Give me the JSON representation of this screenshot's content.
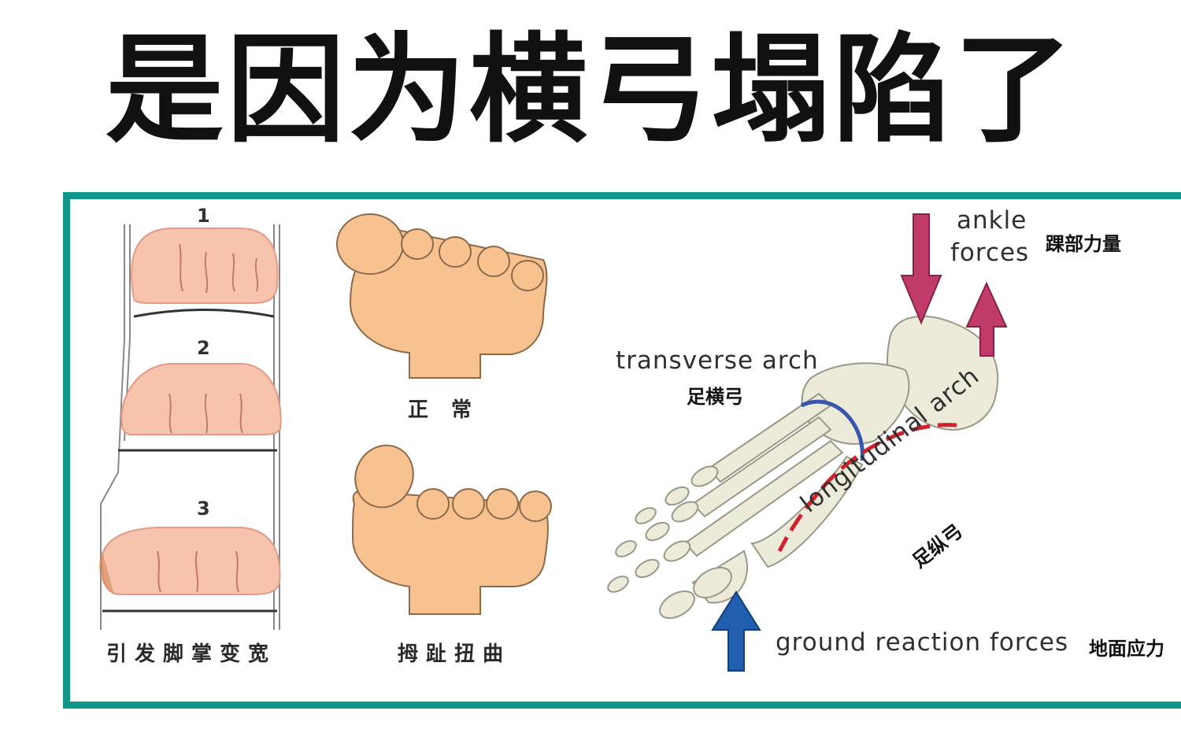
{
  "title": "是因为横弓塌陷了",
  "colors": {
    "frame": "#13968a",
    "skin": "#f6c3ad",
    "foot_outline": "#f2bf8a",
    "bone": "#ecead9",
    "transverse_arch": "#3a55b0",
    "longitudinal_arch": "#d4202a",
    "ankle_force_arrow": "#c03a6a",
    "ground_force_arrow": "#1f5fae"
  },
  "left_panel": {
    "step_numbers": [
      "1",
      "2",
      "3"
    ],
    "caption": "引发脚掌变宽"
  },
  "middle_panel": {
    "normal_caption": "正 常",
    "hallux_caption": "拇趾扭曲"
  },
  "right_panel": {
    "ankle_forces_en_line1": "ankle",
    "ankle_forces_en_line2": "forces",
    "ankle_forces_cn": "踝部力量",
    "transverse_arch_en": "transverse arch",
    "transverse_arch_cn": "足横弓",
    "longitudinal_arch_en": "longitudinal arch",
    "longitudinal_arch_cn": "足纵弓",
    "ground_forces_en": "ground reaction forces",
    "ground_forces_cn": "地面应力"
  }
}
